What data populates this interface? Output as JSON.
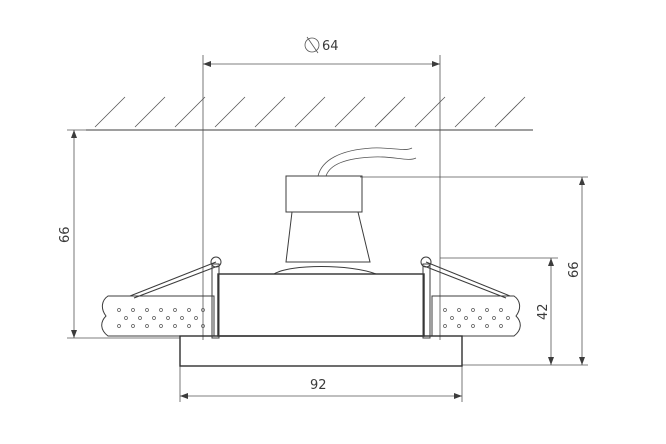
{
  "dimensions": {
    "cutout_diameter": {
      "symbol": "⌀",
      "value": "64"
    },
    "overall_width": {
      "value": "92"
    },
    "left_height": {
      "value": "66"
    },
    "right_height": {
      "value": "66"
    },
    "right_depth": {
      "value": "42"
    }
  },
  "icons": {
    "diameter": "diameter-symbol-icon",
    "ceiling": "ceiling-hatch-icon",
    "cable": "cable-icon",
    "spring_clip": "spring-clip-icon"
  },
  "colors": {
    "line": "#3c3c3c",
    "background": "#ffffff"
  }
}
